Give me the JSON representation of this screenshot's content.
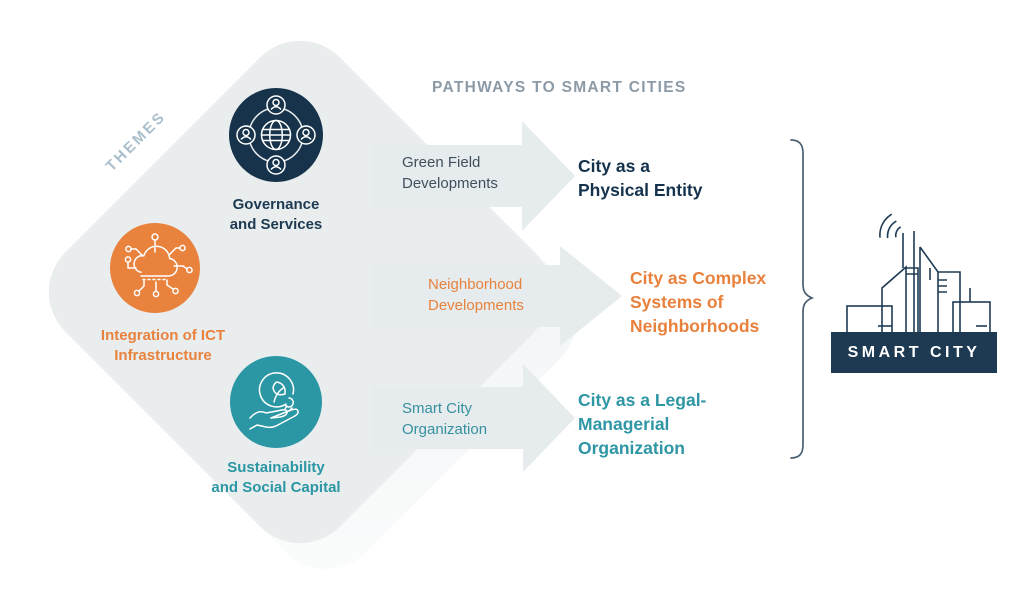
{
  "title": "PATHWAYS TO SMART CITIES",
  "themes_axis_label": "THEMES",
  "themes": [
    {
      "label": "Governance\nand Services",
      "icon": "people-globe-network-icon",
      "color": "#16334b"
    },
    {
      "label": "Integration of ICT\nInfrastructure",
      "icon": "cloud-network-icon",
      "color": "#e8823d"
    },
    {
      "label": "Sustainability\nand Social Capital",
      "icon": "hand-plant-icon",
      "color": "#2b96a4"
    }
  ],
  "pathways": [
    {
      "label": "Green Field\nDevelopments",
      "outcome": "City as a\nPhysical Entity",
      "label_color": "#40505d",
      "outcome_color": "#16334e"
    },
    {
      "label": "Neighborhood\nDevelopments",
      "outcome": "City as Complex\nSystems of\nNeighborhoods",
      "label_color": "#e8823d",
      "outcome_color": "#e8813c"
    },
    {
      "label": "Smart City\nOrganization",
      "outcome": "City as a Legal-\nManagerial\nOrganization",
      "label_color": "#35919f",
      "outcome_color": "#2e96a4"
    }
  ],
  "smart_city": {
    "label": "SMART CITY",
    "icon": "city-skyline-icon",
    "banner_color": "#1d3a52"
  },
  "colors": {
    "background": "#ffffff",
    "diamond": "#e9edee",
    "arrow": "#e6ebed",
    "title": "#8b9aa6",
    "themes_axis": "#a9bfcc",
    "brace": "#4a5f72"
  }
}
